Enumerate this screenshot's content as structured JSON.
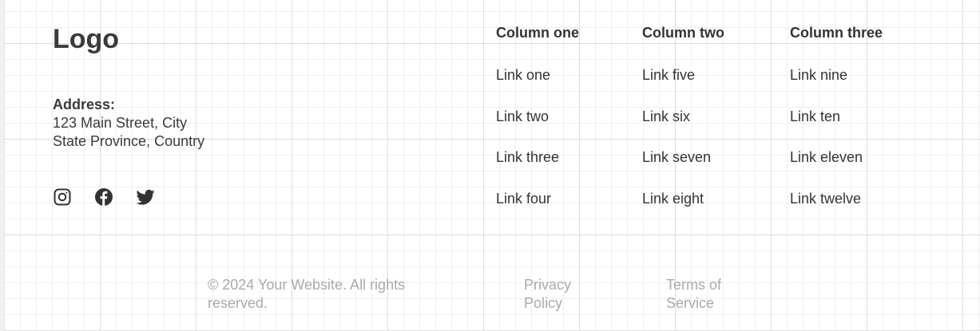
{
  "brand": {
    "logo": "Logo"
  },
  "address": {
    "label": "Address:",
    "line1": "123 Main Street, City",
    "line2": "State Province, Country"
  },
  "social": [
    "instagram-icon",
    "facebook-icon",
    "twitter-icon"
  ],
  "columns": [
    {
      "title": "Column one",
      "links": [
        "Link one",
        "Link two",
        "Link three",
        "Link four"
      ]
    },
    {
      "title": "Column two",
      "links": [
        "Link five",
        "Link six",
        "Link seven",
        "Link eight"
      ]
    },
    {
      "title": "Column three",
      "links": [
        "Link nine",
        "Link ten",
        "Link eleven",
        "Link twelve"
      ]
    }
  ],
  "bottom": {
    "copyright": "© 2024 Your Website. All rights reserved.",
    "privacy": "Privacy Policy",
    "terms": "Terms of Service"
  },
  "colors": {
    "text": "#333333",
    "muted": "#aaaaaa",
    "grid": "#dddddd",
    "background": "#ffffff"
  }
}
